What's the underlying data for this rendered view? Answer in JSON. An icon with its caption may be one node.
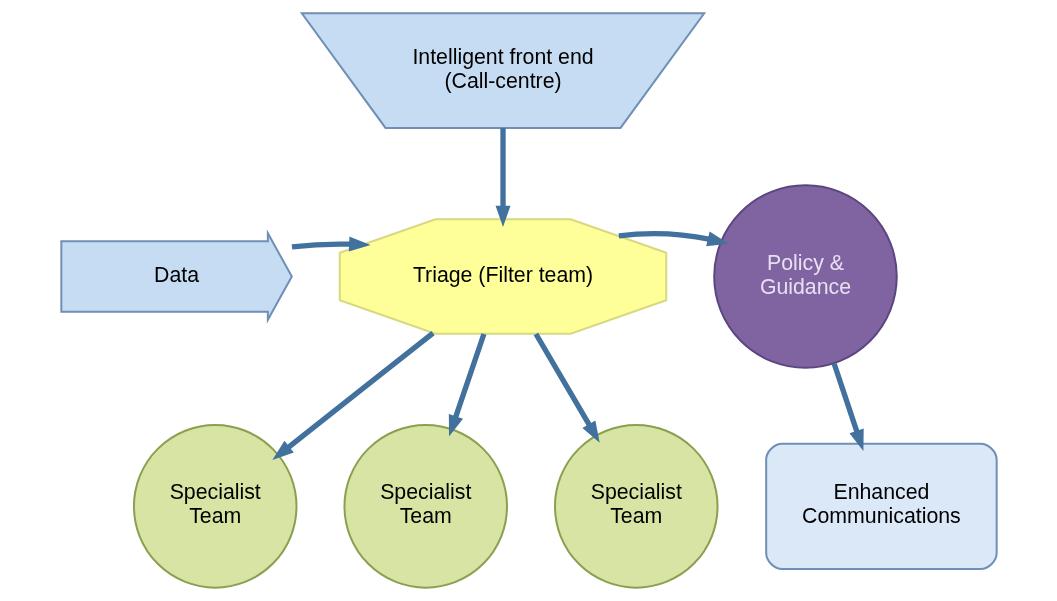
{
  "diagram": {
    "nodes": [
      {
        "text": [
          "Intelligent front end (Call-centre)"
        ]
      },
      {
        "text": [
          "Data"
        ]
      },
      {
        "text": [
          "Triage (Filter team)"
        ]
      },
      {
        "text": [
          "Policy & Guidance"
        ]
      },
      {
        "text": [
          "Specialist Team"
        ]
      },
      {
        "text": [
          "Specialist Team"
        ]
      },
      {
        "text": [
          "Specialist Team"
        ]
      },
      {
        "text": [
          "Enhanced Communications"
        ]
      }
    ],
    "edges": [
      {
        "from": 0,
        "to": 2,
        "arrow": "to"
      },
      {
        "from": 1,
        "to": 2,
        "arrow": "to"
      },
      {
        "from": 2,
        "to": 3,
        "arrow": "to"
      },
      {
        "from": 2,
        "to": 4,
        "arrow": "to"
      },
      {
        "from": 2,
        "to": 5,
        "arrow": "to"
      },
      {
        "from": 2,
        "to": 6,
        "arrow": "to"
      },
      {
        "from": 3,
        "to": 7,
        "arrow": "to"
      }
    ]
  }
}
